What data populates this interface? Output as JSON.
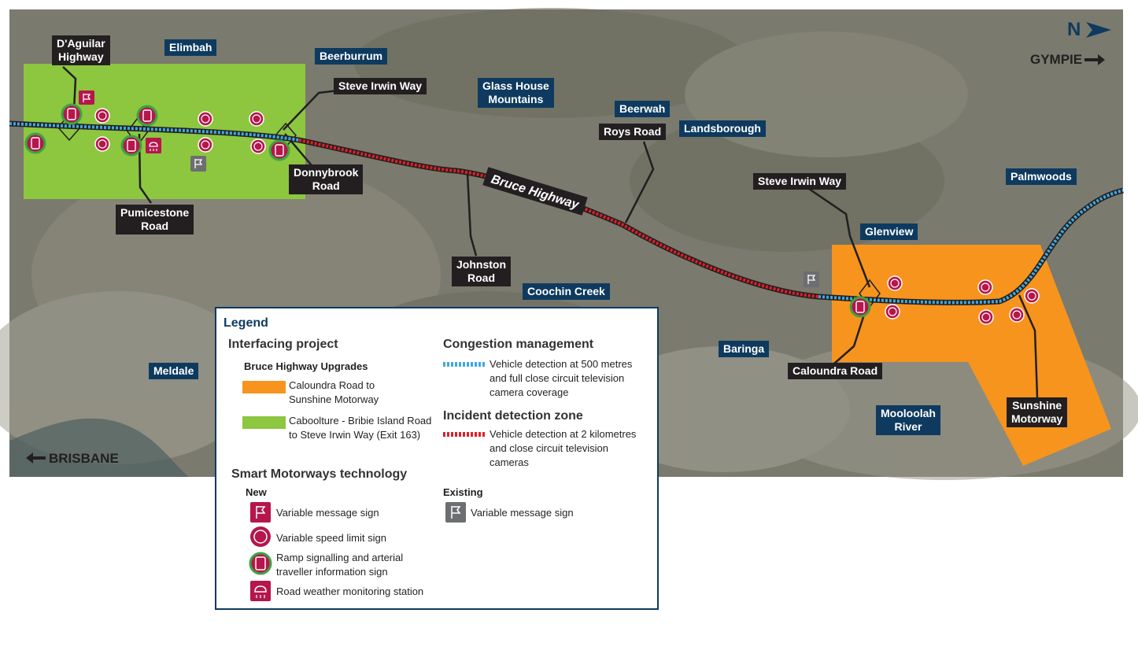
{
  "compass": {
    "label": "N"
  },
  "directions": {
    "north": "GYMPIE",
    "south": "BRISBANE"
  },
  "highway": {
    "name": "Bruce Highway"
  },
  "places": {
    "elimbah": "Elimbah",
    "beerburrum": "Beerburrum",
    "glasshouse": "Glass House\nMountains",
    "beerwah": "Beerwah",
    "landsborough": "Landsborough",
    "palmwoods": "Palmwoods",
    "glenview": "Glenview",
    "coochin": "Coochin Creek",
    "baringa": "Baringa",
    "meldale": "Meldale",
    "mooloolah": "Mooloolah\nRiver"
  },
  "roads": {
    "daguilar": "D'Aguilar\nHighway",
    "steve1": "Steve Irwin Way",
    "donnybrook": "Donnybrook\nRoad",
    "pumicestone": "Pumicestone\nRoad",
    "johnston": "Johnston\nRoad",
    "roys": "Roys Road",
    "steve2": "Steve Irwin Way",
    "caloundra": "Caloundra Road",
    "sunshine": "Sunshine\nMotorway"
  },
  "legend": {
    "title": "Legend",
    "interfacing": "Interfacing project",
    "bhu": "Bruce Highway Upgrades",
    "orange": "Caloundra Road to\nSunshine Motorway",
    "green": "Caboolture - Bribie Island Road\nto Steve Irwin Way (Exit 163)",
    "smart": "Smart Motorways technology",
    "new": "New",
    "vms": "Variable message sign",
    "vsl": "Variable speed limit sign",
    "ramp": "Ramp signalling and arterial\ntraveller information sign",
    "weather": "Road weather monitoring station",
    "congestion": "Congestion management",
    "congestion_text": "Vehicle detection at 500 metres\nand full close circuit television\ncamera coverage",
    "incident": "Incident detection zone",
    "incident_text": "Vehicle detection at 2 kilometres\nand close circuit television\ncameras",
    "existing": "Existing",
    "existing_vms": "Variable message sign"
  },
  "colors": {
    "green_zone": "#8dc63f",
    "orange_zone": "#f7941d",
    "incident_red": "#e31e26",
    "congestion_blue": "#3fa9e0",
    "sign_red": "#b5164b",
    "navy": "#0e3a5f"
  }
}
